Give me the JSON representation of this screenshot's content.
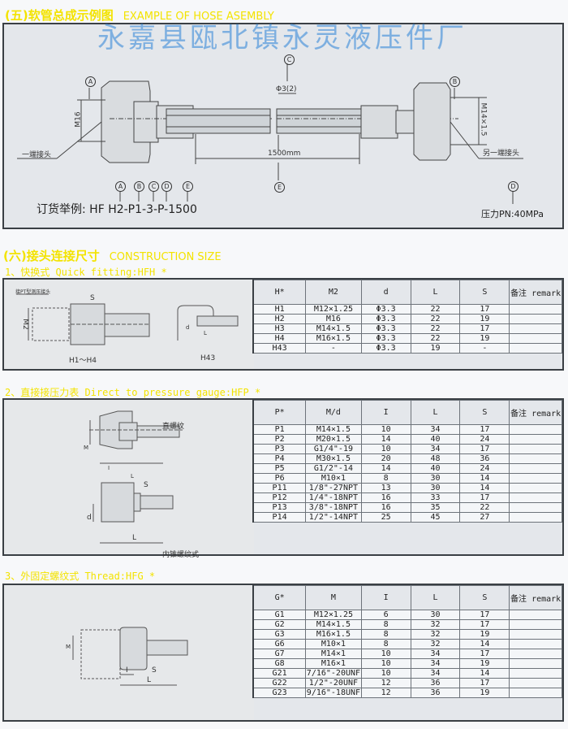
{
  "section5": {
    "title_cn": "(五)软管总成示例图",
    "title_en": "EXAMPLE OF HOSE ASEMBLY",
    "drawing": {
      "callouts": [
        "A",
        "B",
        "C",
        "D",
        "E"
      ],
      "label_m16": "M16",
      "label_m14": "M14×1.5",
      "label_phi": "Φ3(2)",
      "label_length": "1500mm",
      "label_end1": "一端接头",
      "label_end2": "另一端接头"
    },
    "order_example": "订货举例: HF H2-P1-3-P-1500",
    "pressure": "压力PN:40MPa"
  },
  "section6": {
    "title_cn": "(六)接头连接尺寸",
    "title_en": "CONSTRUCTION SIZE",
    "quick": {
      "heading": "1、快换式  Quick fitting:HFH *",
      "drawing": {
        "note": "接PT型测压接头",
        "s": "S",
        "m2": "M2",
        "h1h4": "H1～H4",
        "h43": "H43",
        "d": "d",
        "l": "L"
      },
      "columns": [
        "H*",
        "M2",
        "d",
        "L",
        "S",
        "备注 remark"
      ],
      "rows": [
        [
          "H1",
          "M12×1.25",
          "Φ3.3",
          "22",
          "17",
          ""
        ],
        [
          "H2",
          "M16",
          "Φ3.3",
          "22",
          "19",
          ""
        ],
        [
          "H3",
          "M14×1.5",
          "Φ3.3",
          "22",
          "17",
          ""
        ],
        [
          "H4",
          "M16×1.5",
          "Φ3.3",
          "22",
          "19",
          ""
        ],
        [
          "H43",
          "-",
          "Φ3.3",
          "19",
          "-",
          ""
        ]
      ]
    },
    "gauge": {
      "heading": "2、直接接压力表  Direct to pressure gauge:HFP *",
      "drawing": {
        "straight": "直螺纹",
        "m": "M",
        "i": "I",
        "l": "L",
        "s": "S",
        "d": "d",
        "taper": "内锥螺纹式"
      },
      "columns": [
        "P*",
        "M/d",
        "I",
        "L",
        "S",
        "备注 remark"
      ],
      "rows": [
        [
          "P1",
          "M14×1.5",
          "10",
          "34",
          "17",
          ""
        ],
        [
          "P2",
          "M20×1.5",
          "14",
          "40",
          "24",
          ""
        ],
        [
          "P3",
          "G1/4\"-19",
          "10",
          "34",
          "17",
          ""
        ],
        [
          "P4",
          "M30×1.5",
          "20",
          "48",
          "36",
          ""
        ],
        [
          "P5",
          "G1/2\"-14",
          "14",
          "40",
          "24",
          ""
        ],
        [
          "P6",
          "M10×1",
          "8",
          "30",
          "14",
          ""
        ],
        [
          "P11",
          "1/8\"-27NPT",
          "13",
          "30",
          "14",
          ""
        ],
        [
          "P12",
          "1/4\"-18NPT",
          "16",
          "33",
          "17",
          ""
        ],
        [
          "P13",
          "3/8\"-18NPT",
          "16",
          "35",
          "22",
          ""
        ],
        [
          "P14",
          "1/2\"-14NPT",
          "25",
          "45",
          "27",
          ""
        ]
      ]
    },
    "thread": {
      "heading": "3、外固定螺纹式  Thread:HFG *",
      "drawing": {
        "m": "M",
        "i": "I",
        "s": "S",
        "l": "L"
      },
      "columns": [
        "G*",
        "M",
        "I",
        "L",
        "S",
        "备注 remark"
      ],
      "rows": [
        [
          "G1",
          "M12×1.25",
          "6",
          "30",
          "17",
          ""
        ],
        [
          "G2",
          "M14×1.5",
          "8",
          "32",
          "17",
          ""
        ],
        [
          "G3",
          "M16×1.5",
          "8",
          "32",
          "19",
          ""
        ],
        [
          "G6",
          "M10×1",
          "8",
          "32",
          "14",
          ""
        ],
        [
          "G7",
          "M14×1",
          "10",
          "34",
          "17",
          ""
        ],
        [
          "G8",
          "M16×1",
          "10",
          "34",
          "19",
          ""
        ],
        [
          "G21",
          "7/16\"-20UNF",
          "10",
          "34",
          "14",
          ""
        ],
        [
          "G22",
          "1/2\"-20UNF",
          "12",
          "36",
          "17",
          ""
        ],
        [
          "G23",
          "9/16\"-18UNF",
          "12",
          "36",
          "19",
          ""
        ]
      ]
    }
  },
  "watermark": "永嘉县瓯北镇永灵液压件厂",
  "colors": {
    "heading": "#f3e300",
    "watermark": "#2882d7",
    "border": "#3a3f44"
  }
}
